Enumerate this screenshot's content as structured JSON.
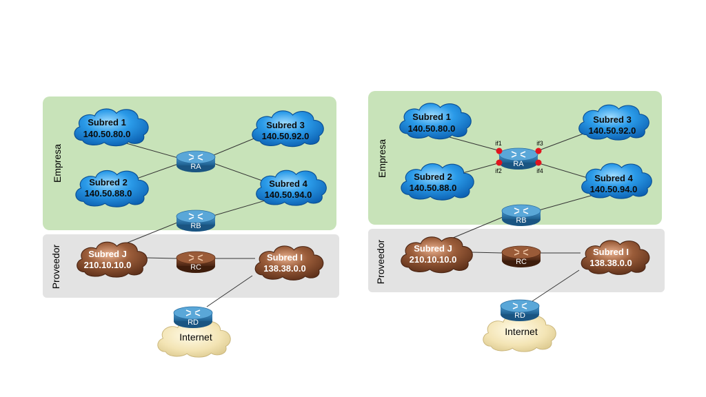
{
  "diagrams": [
    {
      "zones": {
        "enterprise": "Empresa",
        "provider": "Proveedor"
      },
      "subnets": {
        "s1": {
          "name": "Subred 1",
          "net": "140.50.80.0"
        },
        "s2": {
          "name": "Subred 2",
          "net": "140.50.88.0"
        },
        "s3": {
          "name": "Subred 3",
          "net": "140.50.92.0"
        },
        "s4": {
          "name": "Subred 4",
          "net": "140.50.94.0"
        },
        "sj": {
          "name": "Subred J",
          "net": "210.10.10.0"
        },
        "si": {
          "name": "Subred I",
          "net": "138.38.0.0"
        }
      },
      "routers": {
        "ra": "RA",
        "rb": "RB",
        "rc": "RC",
        "rd": "RD"
      },
      "internet": "Internet"
    },
    {
      "zones": {
        "enterprise": "Empresa",
        "provider": "Proveedor"
      },
      "subnets": {
        "s1": {
          "name": "Subred 1",
          "net": "140.50.80.0"
        },
        "s2": {
          "name": "Subred 2",
          "net": "140.50.88.0"
        },
        "s3": {
          "name": "Subred 3",
          "net": "140.50.92.0"
        },
        "s4": {
          "name": "Subred 4",
          "net": "140.50.94.0"
        },
        "sj": {
          "name": "Subred J",
          "net": "210.10.10.0"
        },
        "si": {
          "name": "Subred I",
          "net": "138.38.0.0"
        }
      },
      "routers": {
        "ra": "RA",
        "rb": "RB",
        "rc": "RC",
        "rd": "RD"
      },
      "interfaces": {
        "if1": "if1",
        "if2": "if2",
        "if3": "if3",
        "if4": "if4"
      },
      "internet": "Internet"
    }
  ],
  "colors": {
    "enterprise_bg": "#c8e3b9",
    "provider_bg": "#e3e3e3",
    "blue_cloud": "#1f8fe0",
    "brown_cloud": "#8b5132",
    "internet_cloud": "#f3e4b0",
    "blue_router": "#2f7bb1",
    "brown_router": "#6e3b22",
    "interface_dot": "#e0141e"
  }
}
